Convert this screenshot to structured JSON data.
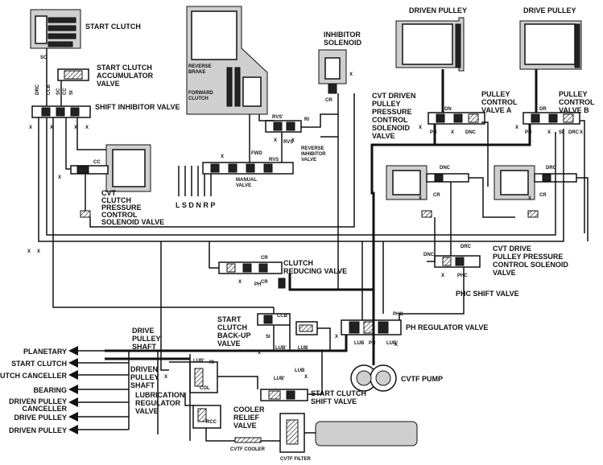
{
  "labels": {
    "start_clutch": "START CLUTCH",
    "start_clutch_accumulator_valve": [
      "START CLUTCH",
      "ACCUMULATOR",
      "VALVE"
    ],
    "shift_inhibitor_valve": "SHIFT INHIBITOR VALVE",
    "cvt_clutch_pressure_control_solenoid_valve": [
      "CVT",
      "CLUTCH",
      "PRESSURE",
      "CONTROL",
      "SOLENOID VALVE"
    ],
    "reverse_brake": [
      "REVERSE",
      "BRAKE"
    ],
    "forward_clutch": [
      "FORWARD",
      "CLUTCH"
    ],
    "inhibitor_solenoid": [
      "INHIBITOR",
      "SOLENOID"
    ],
    "reverse_inhibitor_valve": [
      "REVERSE",
      "INHIBITOR",
      "VALVE"
    ],
    "manual_valve": [
      "MANUAL",
      "VALVE"
    ],
    "shift_positions": "L S D N R   P",
    "driven_pulley": "DRIVEN PULLEY",
    "drive_pulley": "DRIVE PULLEY",
    "pulley_control_valve_a": [
      "PULLEY",
      "CONTROL",
      "VALVE A"
    ],
    "pulley_control_valve_b": [
      "PULLEY",
      "CONTROL",
      "VALVE B"
    ],
    "cvt_driven_pulley_pressure_control_solenoid_valve": [
      "CVT DRIVEN",
      "PULLEY",
      "PRESSURE",
      "CONTROL",
      "SOLENOID",
      "VALVE"
    ],
    "cvt_drive_pulley_pressure_control_solenoid_valve": [
      "CVT DRIVE",
      "PULLEY PRESSURE",
      "CONTROL SOLENOID",
      "VALVE"
    ],
    "clutch_reducing_valve": [
      "CLUTCH",
      "REDUCING VALVE"
    ],
    "phc_shift_valve": "PHC SHIFT VALVE",
    "ph_regulator_valve": "PH REGULATOR VALVE",
    "cvtf_pump": "CVTF PUMP",
    "start_clutch_backup_valve": [
      "START",
      "CLUTCH",
      "BACK-UP",
      "VALVE"
    ],
    "start_clutch_shift_valve": [
      "START CLUTCH",
      "SHIFT VALVE"
    ],
    "cooler_relief_valve": [
      "COOLER",
      "RELIEF",
      "VALVE"
    ],
    "cvtf_cooler": "CVTF COOLER",
    "cvtf_filter": "CVTF FILTER",
    "drive_pulley_shaft": [
      "DRIVE",
      "PULLEY",
      "SHAFT"
    ],
    "driven_pulley_shaft": [
      "DRIVEN",
      "PULLEY",
      "SHAFT"
    ],
    "lubrication_regulator_valve": [
      "LUBRICATION",
      "REGULATOR",
      "VALVE"
    ]
  },
  "outputs": [
    "PLANETARY",
    "START CLUTCH",
    "CLUTCH CANCELLER",
    "BEARING",
    "DRIVEN PULLEY CANCELLER",
    "DRIVE PULLEY",
    "DRIVEN PULLEY"
  ],
  "ports": {
    "sc": "SC",
    "drc": "DRC",
    "ccb": "CCB",
    "cc": "CC",
    "si": "SI",
    "x": "X",
    "cr": "CR",
    "rvs": "RVS",
    "rvs_prime": "RVS'",
    "ri": "RI",
    "fwd": "FWD",
    "dn": "DN",
    "dr": "DR",
    "ph": "PH",
    "dnc": "DNC",
    "phc": "PHC",
    "lub": "LUB",
    "lub_prime": "LUB'",
    "col": "COL",
    "rcc": "RCC"
  }
}
